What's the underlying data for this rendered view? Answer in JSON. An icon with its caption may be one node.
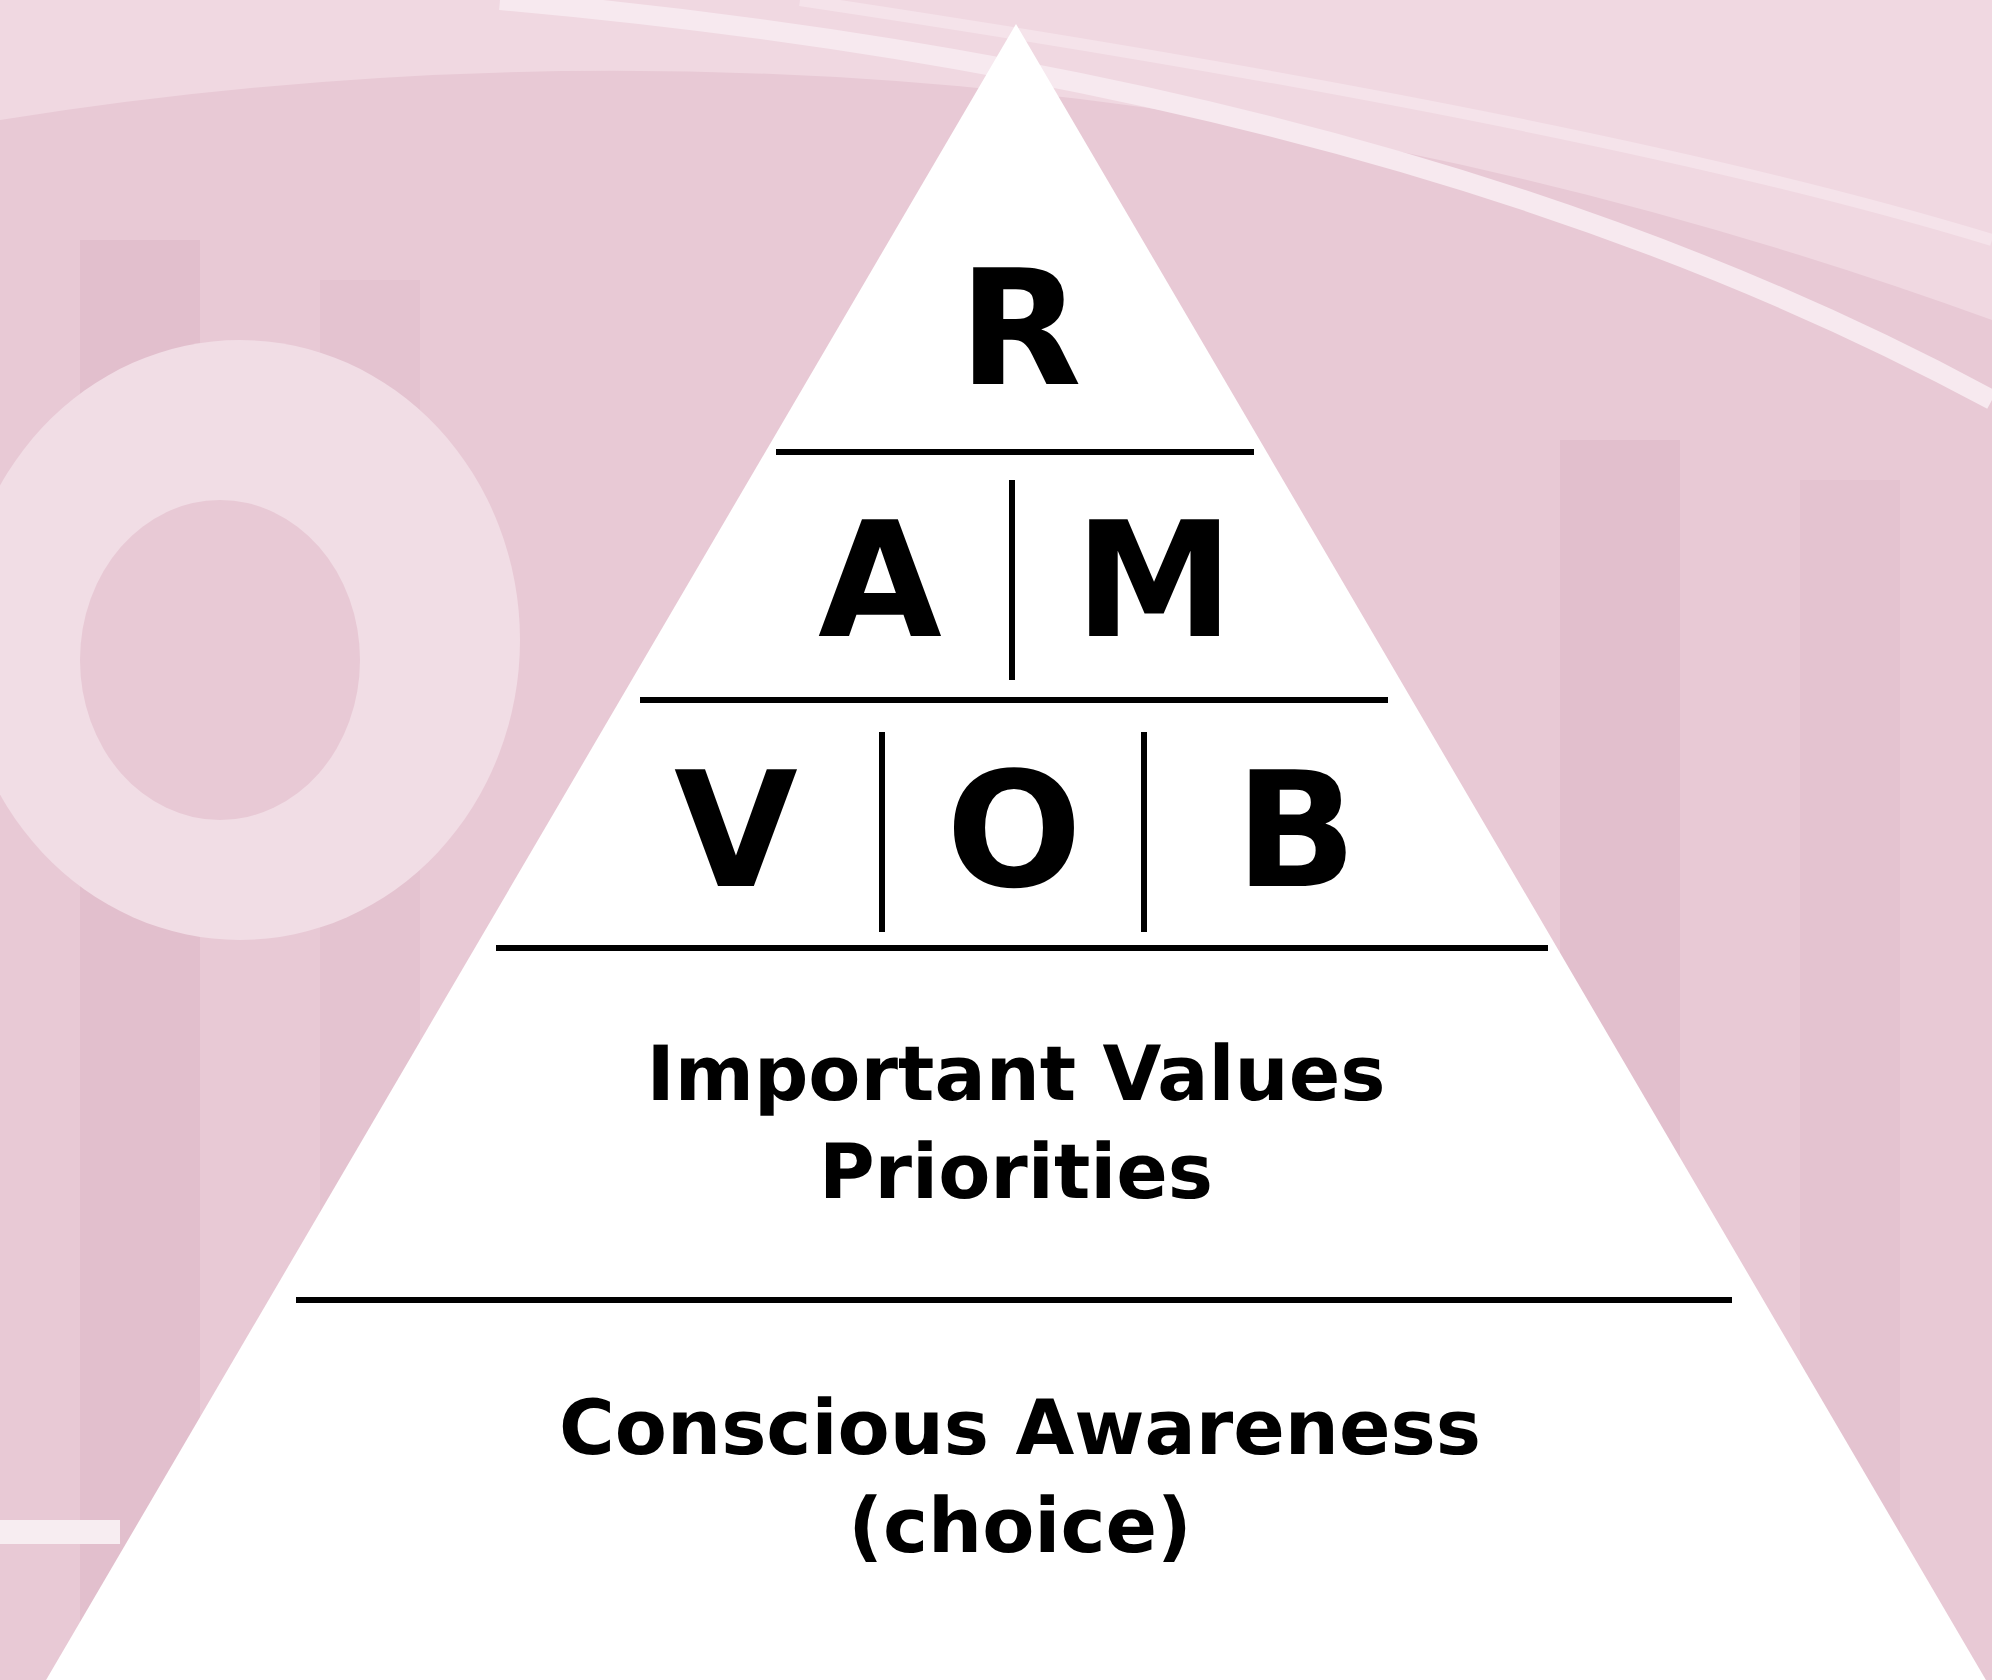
{
  "diagram": {
    "nodes": [
      {
        "text": [],
        "shape": "triangle"
      },
      {
        "text": [
          "R"
        ],
        "in": 0
      },
      {
        "text": [
          "A"
        ],
        "in": 0
      },
      {
        "text": [
          "M"
        ],
        "in": 0
      },
      {
        "text": [
          "V"
        ],
        "in": 0
      },
      {
        "text": [
          "O"
        ],
        "in": 0
      },
      {
        "text": [
          "B"
        ],
        "in": 0
      },
      {
        "text": [
          "Important Values",
          "Priorities"
        ],
        "in": 0
      },
      {
        "text": [
          "Conscious Awareness (choice)"
        ],
        "in": 0
      }
    ]
  }
}
